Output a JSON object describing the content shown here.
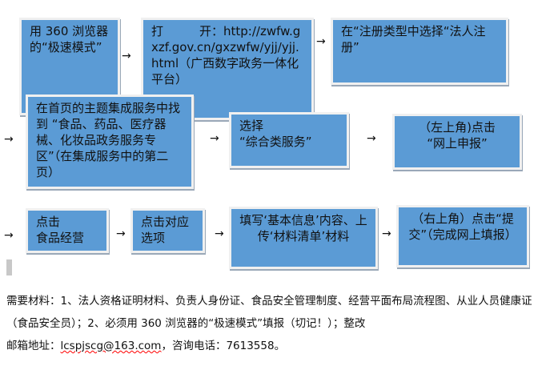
{
  "steps": [
    "用 360 浏览器的“极速模式”",
    "打　　　开：http://zwfw.gxzf.gov.cn/gxzwfw/yjj/yjj.html（广西数字政务一体化平台）",
    "在“注册类型中选择“法人注册”",
    "在首页的主题集成服务中找到 “食品、药品、医疗器械、化妆品政务服务专区”（在集成服务中的第二页）",
    "选择\n“综合类服务”",
    "（左上角)点击\n“网上申报”",
    "点击\n食品经营",
    "点击对应选项",
    "填写‘基本信息’内容、上传‘材料清单’材料",
    "（右上角）点击“提交”（完成网上填报）"
  ],
  "arrow": "→",
  "note": {
    "line1": "需要材料：1、法人资格证明材料、负责人身份证、食品安全管理制度、经营平面布局流程图、从业人员健康证（食品安全员）；2、必须用 360 浏览器的“极速模式”填报（切记！）；整改",
    "email_label": "邮箱地址：",
    "email": "lcspjscg@163.com",
    "phone_label": "，咨询电话：",
    "phone": "7613558。"
  }
}
